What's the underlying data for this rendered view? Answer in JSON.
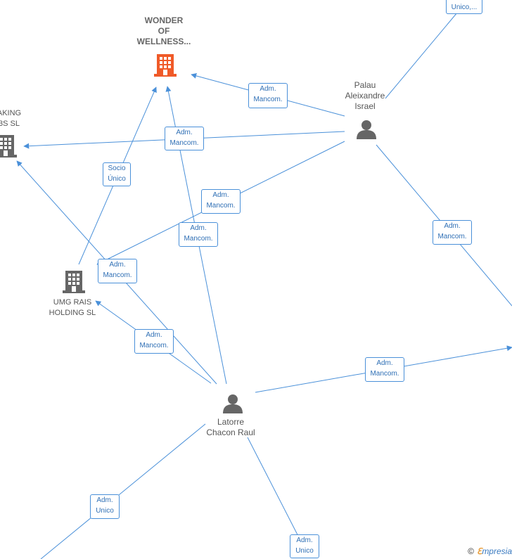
{
  "nodes": {
    "wonder": {
      "lines": [
        "WONDER",
        "OF",
        "WELLNESS..."
      ],
      "kind": "company",
      "color": "#f05a28"
    },
    "baking": {
      "lines": [
        "AKING",
        "3S  SL"
      ],
      "kind": "company",
      "color": "#666666"
    },
    "umg": {
      "lines": [
        "UMG RAIS",
        "HOLDING  SL"
      ],
      "kind": "company",
      "color": "#666666"
    },
    "palau": {
      "lines": [
        "Palau",
        "Aleixandre",
        "Israel"
      ],
      "kind": "person",
      "color": "#666666"
    },
    "latorre": {
      "lines": [
        "Latorre",
        "Chacon Raul"
      ],
      "kind": "person",
      "color": "#666666"
    },
    "top_right": {
      "lines": [
        "Unico,..."
      ],
      "kind": "label"
    }
  },
  "edges": [
    {
      "id": "e1",
      "label": [
        "Adm.",
        "Mancom."
      ]
    },
    {
      "id": "e2",
      "label": [
        "Adm.",
        "Mancom."
      ]
    },
    {
      "id": "e3",
      "label": [
        "Socio",
        "Único"
      ]
    },
    {
      "id": "e4",
      "label": [
        "Adm.",
        "Mancom."
      ]
    },
    {
      "id": "e5",
      "label": [
        "Adm.",
        "Mancom."
      ]
    },
    {
      "id": "e6",
      "label": [
        "Adm.",
        "Mancom."
      ]
    },
    {
      "id": "e7",
      "label": [
        "Adm.",
        "Mancom."
      ]
    },
    {
      "id": "e8",
      "label": [
        "Adm.",
        "Mancom."
      ]
    },
    {
      "id": "e9",
      "label": [
        "Adm.",
        "Mancom."
      ]
    },
    {
      "id": "e10",
      "label": [
        "Adm.",
        "Unico"
      ]
    },
    {
      "id": "e11",
      "label": [
        "Adm.",
        "Unico"
      ]
    }
  ],
  "footer": {
    "copyright": "©",
    "brand_e": "ℇ",
    "brand_rest": "mpresia"
  },
  "colors": {
    "edge": "#4a90d9",
    "accent": "#f05a28"
  }
}
